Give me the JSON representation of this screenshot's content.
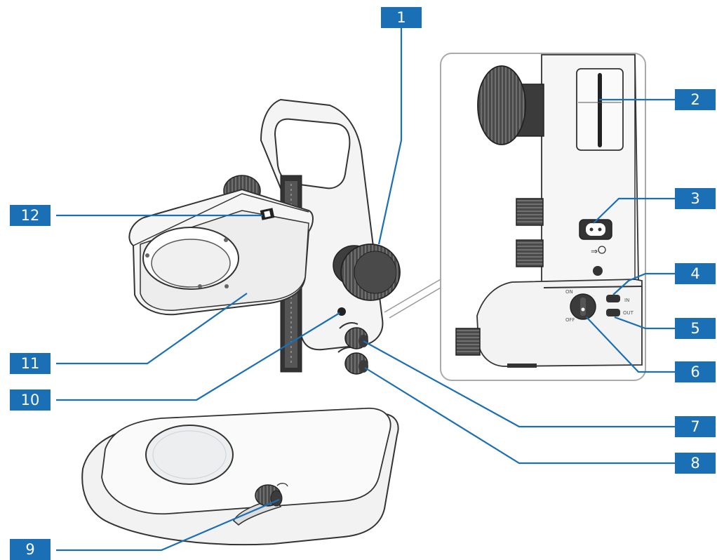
{
  "callouts": [
    {
      "id": 1,
      "label": "1"
    },
    {
      "id": 2,
      "label": "2"
    },
    {
      "id": 3,
      "label": "3"
    },
    {
      "id": 4,
      "label": "4"
    },
    {
      "id": 5,
      "label": "5"
    },
    {
      "id": 6,
      "label": "6"
    },
    {
      "id": 7,
      "label": "7"
    },
    {
      "id": 8,
      "label": "8"
    },
    {
      "id": 9,
      "label": "9"
    },
    {
      "id": 10,
      "label": "10"
    },
    {
      "id": 11,
      "label": "11"
    },
    {
      "id": 12,
      "label": "12"
    }
  ],
  "detail_panel": {
    "switch_on": "ON",
    "switch_off": "OFF",
    "port_in": "IN",
    "port_out": "OUT"
  },
  "colors": {
    "callout_fill": "#1a6fb5",
    "leader_line": "#1a6fb5",
    "body_outline": "#333333",
    "body_fill": "#f4f4f4",
    "knob_fill": "#4a4a4a"
  }
}
